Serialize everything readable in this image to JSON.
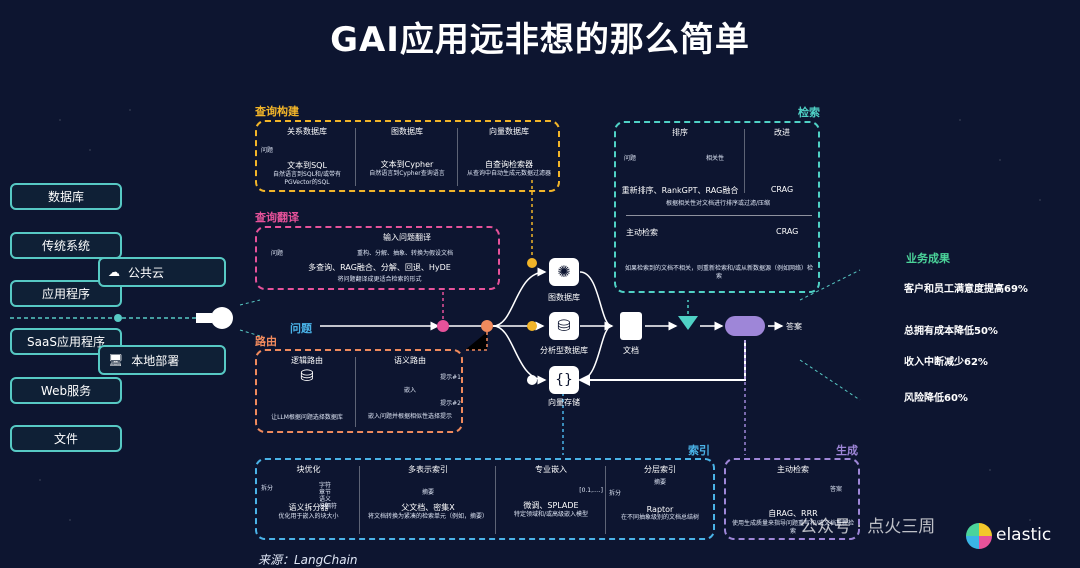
{
  "title": "GAI应用远非想的那么简单",
  "sources": [
    "数据库",
    "传统系统",
    "应用程序",
    "SaaS应用程序",
    "Web服务",
    "文件"
  ],
  "deploy": {
    "cloud": "公共云",
    "local": "本地部署"
  },
  "query_build": {
    "label": "查询构建",
    "cols": [
      {
        "head": "关系数据库",
        "q": "问题",
        "title": "文本到SQL",
        "desc": "自然语言到SQL和/或带有PGVector的SQL"
      },
      {
        "head": "图数据库",
        "title": "文本到Cypher",
        "desc": "自然语言到Cypher查询语言"
      },
      {
        "head": "向量数据库",
        "title": "自查询检索器",
        "desc": "从查询中自动生成元数据过滤器"
      }
    ]
  },
  "query_translate": {
    "label": "查询翻译",
    "q": "问题",
    "head": "输入问题翻译",
    "sub": "重构、分解、抽象、转换为假设文档",
    "title": "多查询、RAG融合、分解、回退、HyDE",
    "desc": "将问题翻译成更适合检索的形式"
  },
  "routing": {
    "label": "路由",
    "cols": [
      {
        "head": "逻辑路由",
        "desc": "让LLM根据问题选择数据库"
      },
      {
        "head": "语义路由",
        "p1": "提示#1",
        "mid": "嵌入",
        "p2": "提示#2",
        "desc": "嵌入问题并根据相似性选择提示"
      }
    ]
  },
  "question": "问题",
  "stores": [
    "图数据库",
    "分析型数据库",
    "向量存储"
  ],
  "doc": "文档",
  "answer": "答案",
  "retrieval": {
    "label": "检索",
    "rank": {
      "head": "排序",
      "q": "问题",
      "rel": "相关性",
      "title": "重新排序、RankGPT、RAG融合"
    },
    "improve": {
      "head": "改进",
      "crag": "CRAG"
    },
    "note": "根据相关性对文档进行排序或过滤/压缩",
    "active": {
      "head": "主动检索",
      "crag": "CRAG",
      "desc": "如果检索到的文档不相关，则重新检索和/或从新数据源（例如网络）检索"
    }
  },
  "index": {
    "label": "索引",
    "cols": [
      {
        "head": "块优化",
        "l1": "拆分",
        "l2": "字符",
        "l3": "章节",
        "l4": "语义",
        "l5": "分隔符",
        "title": "语义拆分器",
        "desc": "优化用于嵌入的块大小"
      },
      {
        "head": "多表示索引",
        "sum": "摘要",
        "title": "父文档、密集X",
        "desc": "将文档转换为紧凑的检索单元（例如，摘要）"
      },
      {
        "head": "专业嵌入",
        "vec": "[0.1,....]",
        "title": "微调、SPLADE",
        "desc": "特定领域和/或高级嵌入模型"
      },
      {
        "head": "分层索引",
        "sum": "摘要",
        "split": "拆分",
        "title": "Raptor",
        "desc": "在不同抽象级别的文档总结树"
      }
    ]
  },
  "generate": {
    "label": "生成",
    "head": "主动检索",
    "answer": "答案",
    "title": "自RAG、RRR",
    "desc": "使用生成质量来指导问题重写和/或文档重新检索"
  },
  "results": {
    "title": "业务成果",
    "items": [
      "客户和员工满意度提高69%",
      "总拥有成本降低50%",
      "收入中断减少62%",
      "风险降低60%"
    ]
  },
  "source": "来源：LangChain",
  "watermark": "公众号 · 点火三周",
  "brand": "elastic",
  "colors": {
    "build": "#f2b529",
    "translate": "#e6529a",
    "route": "#f08a5d",
    "retrieve": "#4fd1c5",
    "index": "#4ab3e8",
    "generate": "#9e86d8"
  }
}
